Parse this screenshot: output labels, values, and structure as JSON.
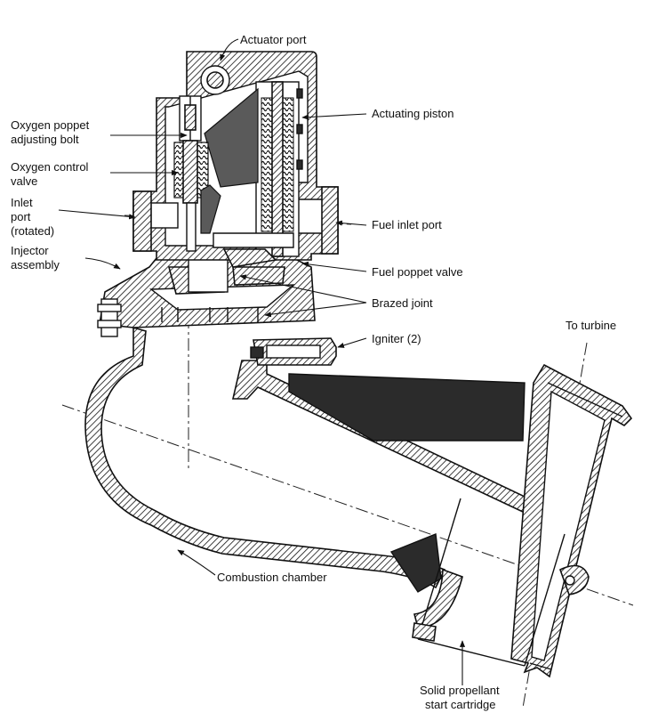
{
  "labels": {
    "actuator_port": "Actuator port",
    "actuating_piston": "Actuating piston",
    "oxygen_poppet_line1": "Oxygen poppet",
    "oxygen_poppet_line2": "adjusting bolt",
    "oxygen_control_line1": "Oxygen control",
    "oxygen_control_line2": "valve",
    "inlet_line1": "Inlet",
    "inlet_line2": "port",
    "inlet_line3": "(rotated)",
    "fuel_inlet_port": "Fuel inlet port",
    "injector_line1": "Injector",
    "injector_line2": "assembly",
    "fuel_poppet_valve": "Fuel poppet valve",
    "brazed_joint": "Brazed joint",
    "igniter": "Igniter (2)",
    "to_turbine": "To turbine",
    "combustion_chamber": "Combustion chamber",
    "cartridge_line1": "Solid propellant",
    "cartridge_line2": "start cartridge"
  }
}
